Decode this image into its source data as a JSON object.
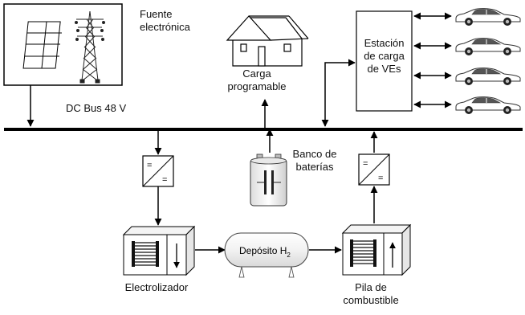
{
  "source": {
    "label_line1": "Fuente",
    "label_line2": "electrónica"
  },
  "load": {
    "label_line1": "Carga",
    "label_line2": "programable"
  },
  "ev_station": {
    "label_line1": "Estación",
    "label_line2": "de carga",
    "label_line3": "de VEs",
    "car_count": 4
  },
  "bus": {
    "label": "DC Bus 48 V"
  },
  "battery": {
    "label_line1": "Banco de",
    "label_line2": "baterías"
  },
  "electrolyzer": {
    "label": "Electrolizador"
  },
  "tank": {
    "label_main": "Depósito H",
    "label_sub": "2"
  },
  "fuel_cell": {
    "label_line1": "Pila de",
    "label_line2": "combustible"
  },
  "converter": {
    "symbol": "="
  }
}
